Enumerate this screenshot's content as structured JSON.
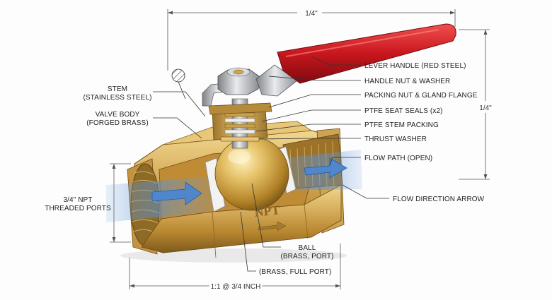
{
  "dimensions": {
    "top": "1/4\"",
    "right": "1/4\"",
    "bottom": "1:1 @ 3/4 INCH"
  },
  "labels": {
    "lever_handle": "LEVER HANDLE (RED STEEL)",
    "handle_nut": "HANDLE NUT & WASHER",
    "packing_nut": "PACKING NUT & GLAND FLANGE",
    "seat_seals": "PTFE SEAT SEALS (x2)",
    "stem_packing": "PTFE STEM PACKING",
    "thrust_washer": "THRUST WASHER",
    "flow_path": "FLOW PATH (OPEN)",
    "flow_arrow": "FLOW DIRECTION ARROW",
    "stem_line1": "STEM",
    "stem_line2": "(STAINLESS STEEL)",
    "body_line1": "VALVE BODY",
    "body_line2": "(FORGED BRASS)",
    "ports_line1": "3/4\" NPT",
    "ports_line2": "THREADED PORTS",
    "ball_line1": "BALL",
    "ball_line2": "(BRASS, PORT)",
    "ball_full": "(BRASS, FULL PORT)"
  },
  "body_marking": "NPT",
  "colors": {
    "handle_red": "#c8161d",
    "brass": "#c9a04a",
    "brass_dark": "#8a6420",
    "steel": "#b9bcc0",
    "flow_blue": "#5b8fd0",
    "ptfe_white": "#f2f2f0"
  }
}
